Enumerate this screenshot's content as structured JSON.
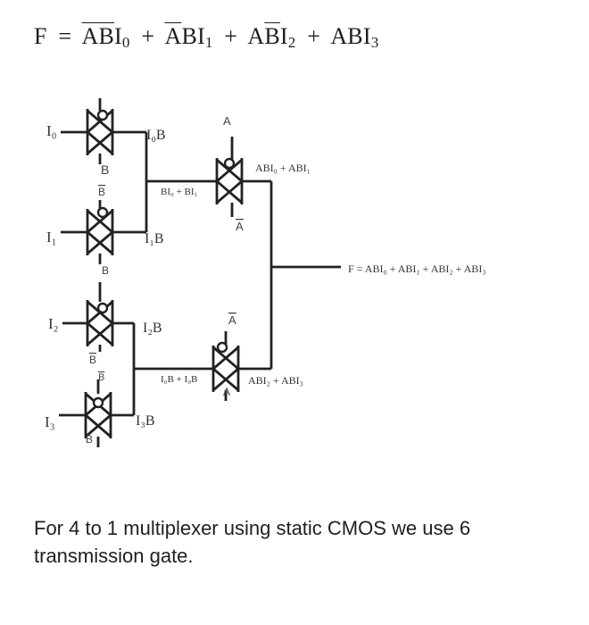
{
  "equation": {
    "lhs": "F",
    "eq": "=",
    "t0": {
      "ab": "AB",
      "i": "I",
      "sub": "0"
    },
    "t1": {
      "a": "A",
      "b": "B",
      "i": "I",
      "sub": "1"
    },
    "t2": {
      "a": "A",
      "b": "B",
      "i": "I",
      "sub": "2"
    },
    "t3": {
      "ab": "AB",
      "i": "I",
      "sub": "3"
    },
    "plus": "+"
  },
  "circuit": {
    "inputs": [
      "I₀",
      "I₁",
      "I₂",
      "I₃"
    ],
    "gate_controls": {
      "g1_bottom": "B",
      "g2_top": "B",
      "g2_bottom": "B",
      "g3_bottom": "B",
      "g4_top": "B",
      "g4_bottom": "B",
      "g5_top": "A",
      "g5_bottom": "A",
      "g6_top": "A",
      "g6_bottom": "A"
    },
    "node_labels": {
      "n0": "I₀B",
      "n1": "I₁B",
      "n2": "I₂B",
      "n3": "I₃B",
      "m_top": "BI₀ + BI₁",
      "m_bot": "I₀B + I₀B",
      "s_top": "ABI₀ + ABI₁",
      "s_bot": "ABI₂ + ABI₃",
      "output": "F = ABI₀ + ABI₁ + ABI₂ + ABI₃"
    }
  },
  "caption": "For 4 to 1 multiplexer using static CMOS we use 6 transmission gate."
}
